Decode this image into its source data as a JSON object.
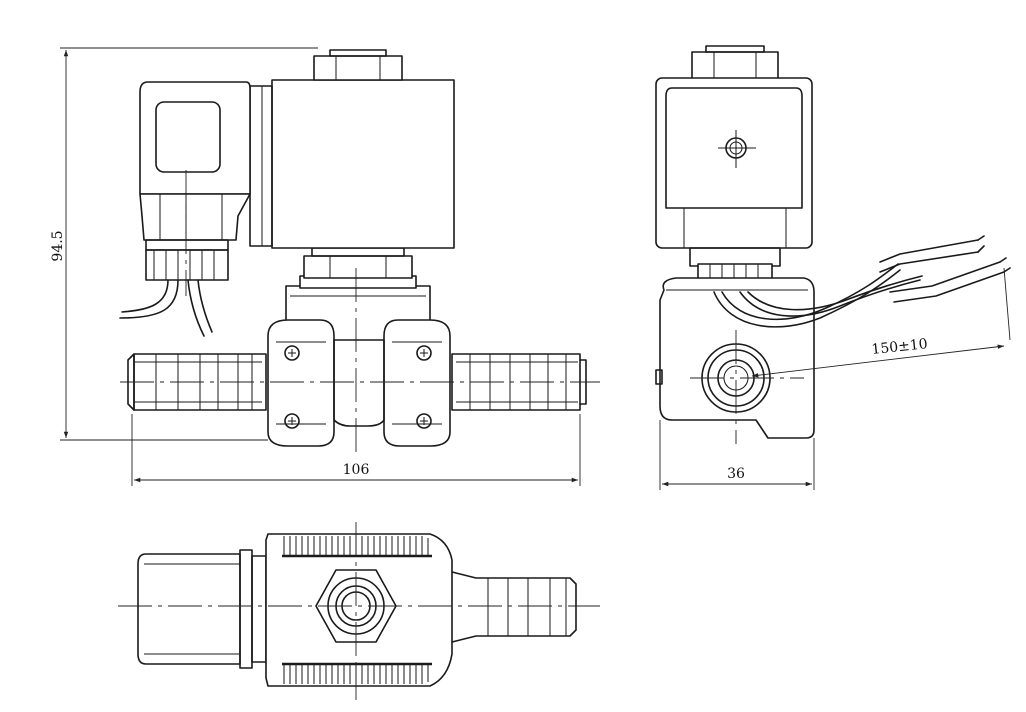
{
  "drawing": {
    "dimensions": {
      "height": "94.5",
      "length": "106",
      "width": "36",
      "lead_length": "150±10"
    }
  }
}
